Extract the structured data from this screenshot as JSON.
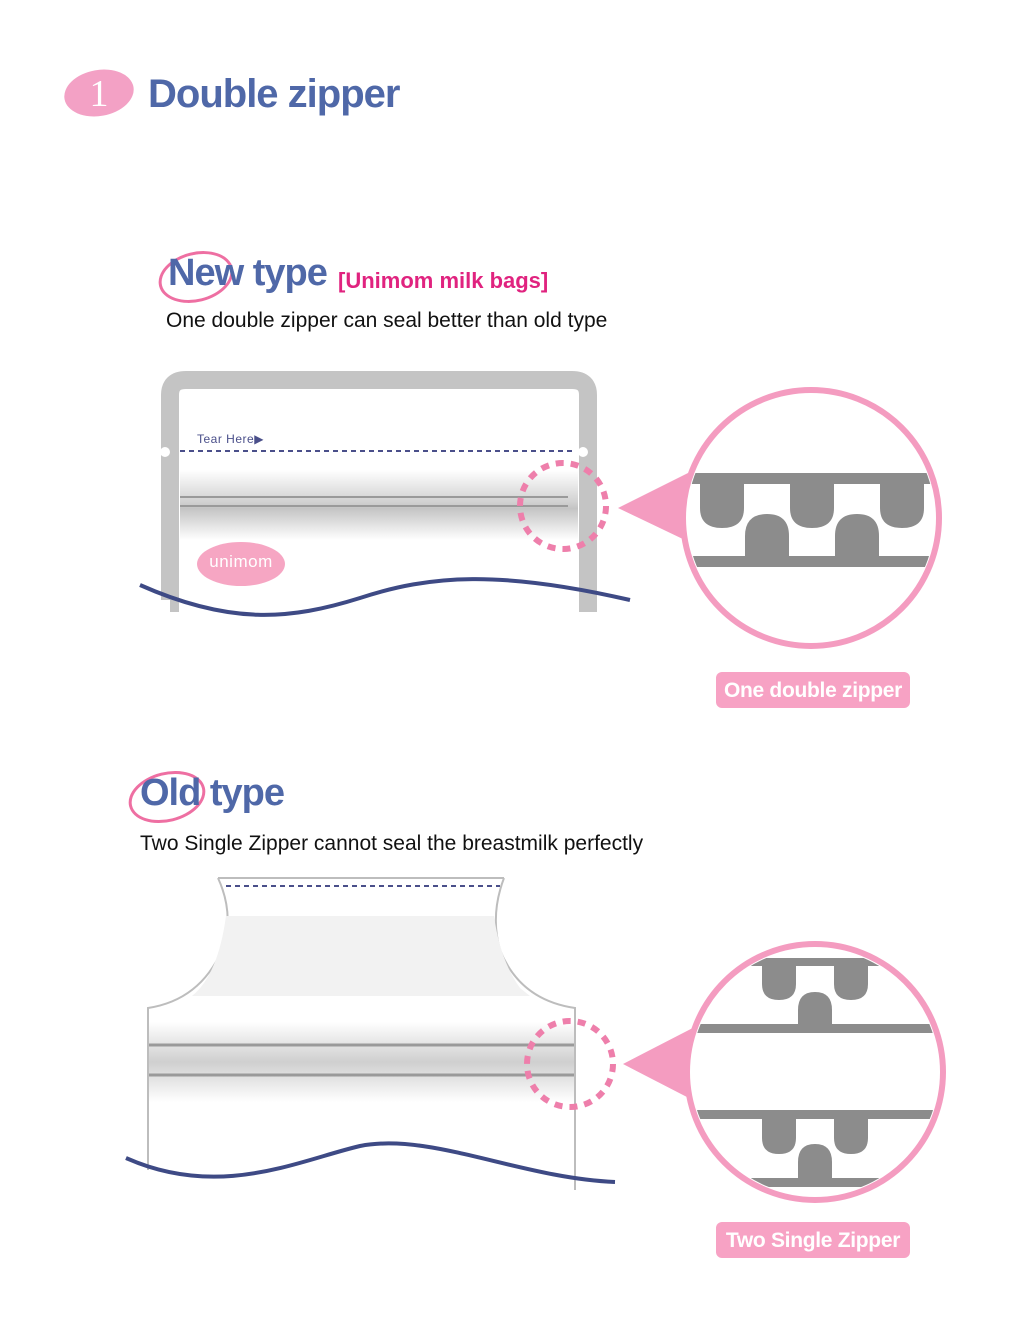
{
  "header": {
    "number": "1",
    "title": "Double zipper"
  },
  "new_type": {
    "title": "New type",
    "subtitle": "[Unimom milk bags]",
    "description": "One double zipper can seal better than old type",
    "tear_label": "Tear Here",
    "brand": "unimom",
    "callout_label": "One double zipper"
  },
  "old_type": {
    "title": "Old type",
    "description": "Two Single Zipper cannot seal the breastmilk perfectly",
    "callout_label": "Two Single Zipper"
  },
  "colors": {
    "accent_pink": "#f7a2c4",
    "ring_pink": "#ee6fa2",
    "title_blue": "#4f68a8",
    "subtitle_magenta": "#e0237f",
    "zipper_gray": "#8c8c8c",
    "wave_navy": "#3e4a85"
  }
}
